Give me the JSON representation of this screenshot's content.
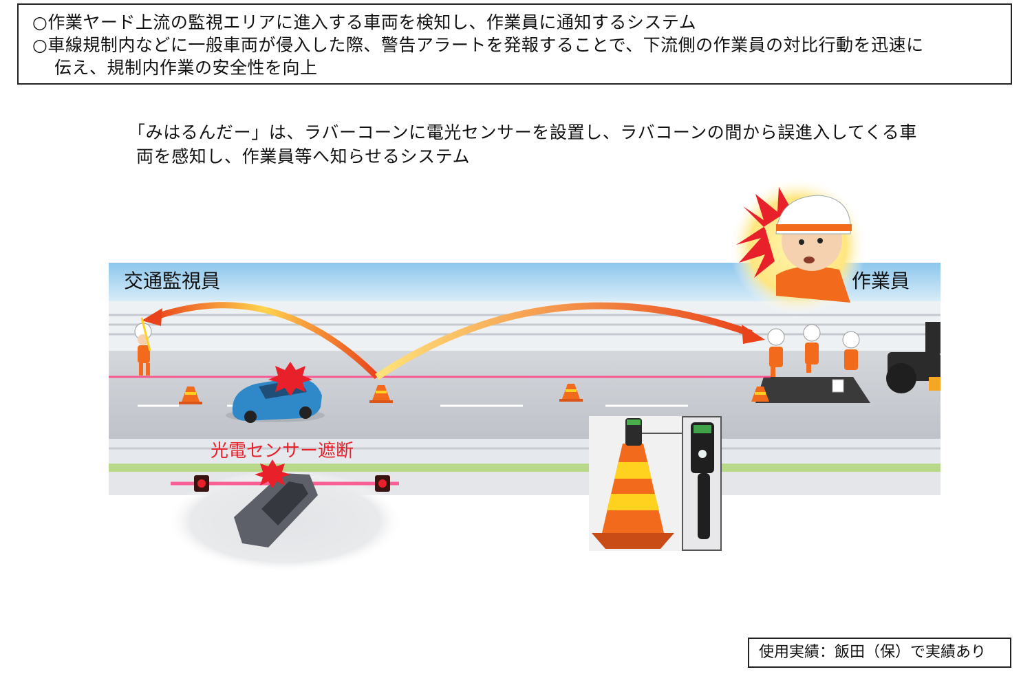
{
  "summary": {
    "line1": "○作業ヤード上流の監視エリアに進入する車両を検知し、作業員に通知するシステム",
    "line2": "○車線規制内などに一般車両が侵入した際、警告アラートを発報することで、下流側の作業員の対比行動を迅速に",
    "line3": "伝え、規制内作業の安全性を向上"
  },
  "description": {
    "line1": "「みはるんだー」は、ラバーコーンに電光センサーを設置し、ラバコーンの間から誤進入してくる車",
    "line2": "両を感知し、作業員等へ知らせるシステム"
  },
  "illustration": {
    "label_monitor": "交通監視員",
    "label_worker": "作業員",
    "label_sensor_cut": "光電センサー遮断"
  },
  "footer": {
    "text": "使用実績：飯田（保）で実績あり"
  },
  "colors": {
    "sky": "#a9d4ef",
    "road": "#c8ccd2",
    "beam": "#ff3d7f",
    "car_blue": "#2f89c9",
    "cone_orange": "#f26a1b",
    "cone_yellow": "#ffd21f",
    "arrow_red": "#e8431a",
    "sensor_label_red": "#e8202a"
  }
}
